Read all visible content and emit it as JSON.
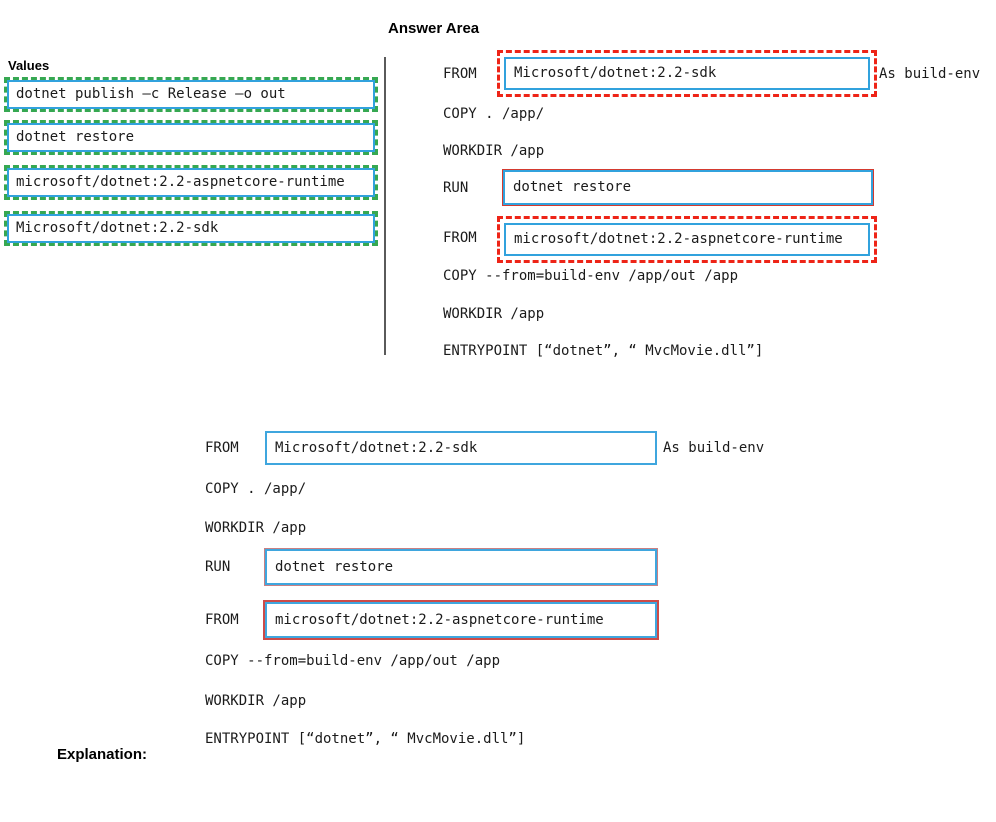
{
  "answer_area": {
    "title": "Answer Area",
    "values_panel": {
      "label": "Values",
      "items": [
        {
          "text": "dotnet publish –c Release –o out"
        },
        {
          "text": "dotnet restore"
        },
        {
          "text": "microsoft/dotnet:2.2-aspnetcore-runtime"
        },
        {
          "text": "Microsoft/dotnet:2.2-sdk"
        }
      ]
    },
    "rows": [
      {
        "label": "FROM",
        "value": "Microsoft/dotnet:2.2-sdk",
        "suffix": "As build-env"
      },
      {
        "text": "COPY . /app/"
      },
      {
        "text": "WORKDIR /app"
      },
      {
        "label": "RUN",
        "value": "dotnet restore"
      },
      {
        "label": "FROM",
        "value": "microsoft/dotnet:2.2-aspnetcore-runtime"
      },
      {
        "text": "COPY --from=build-env /app/out /app"
      },
      {
        "text": "WORKDIR /app"
      },
      {
        "text": "ENTRYPOINT [“dotnet”, “ MvcMovie.dll”]"
      }
    ]
  },
  "explanation": {
    "label": "Explanation:",
    "rows": [
      {
        "label": "FROM",
        "value": "Microsoft/dotnet:2.2-sdk",
        "suffix": "As build-env"
      },
      {
        "text": "COPY . /app/"
      },
      {
        "text": "WORKDIR /app"
      },
      {
        "label": "RUN",
        "value": "dotnet restore"
      },
      {
        "label": "FROM",
        "value": "microsoft/dotnet:2.2-aspnetcore-runtime"
      },
      {
        "text": "COPY --from=build-env /app/out /app"
      },
      {
        "text": "WORKDIR /app"
      },
      {
        "text": "ENTRYPOINT [“dotnet”, “ MvcMovie.dll”]"
      }
    ]
  },
  "colors": {
    "chip_dash_green": "#36a852",
    "box_blue": "#31a2dd",
    "drop_red": "#ee2417",
    "explain_blue": "#3fa6de",
    "explain_pink": "#c98083",
    "explain_red": "#cc4a48"
  }
}
